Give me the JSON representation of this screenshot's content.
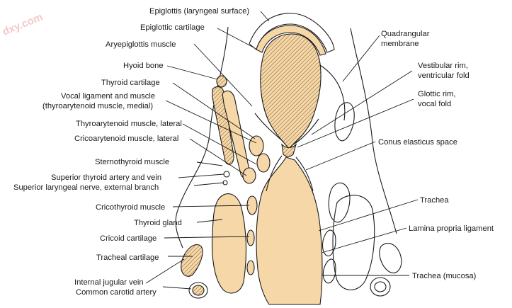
{
  "watermark": "dxy.com",
  "labels": {
    "epiglottis_laryngeal": "Epiglottis (laryngeal surface)",
    "epiglottic_cartilage": "Epiglottic cartilage",
    "aryepiglottis_muscle": "Aryepiglottis muscle",
    "hyoid_bone": "Hyoid bone",
    "thyroid_cartilage": "Thyroid cartilage",
    "vocal_ligament_1": "Vocal ligament and muscle",
    "vocal_ligament_2": "(thyroarytenoid muscle, medial)",
    "thyroarytenoid_lateral": "Thyroarytenoid muscle, lateral",
    "cricoarytenoid_lateral": "Cricoarytenoid muscle, lateral",
    "sternothyroid": "Sternothyroid muscle",
    "sup_thyroid_artery": "Superior thyroid artery and vein",
    "sup_laryngeal_nerve": "Superior laryngeal nerve, external branch",
    "cricothyroid": "Cricothyroid muscle",
    "thyroid_gland": "Thyroid gland",
    "cricoid_cartilage": "Cricoid cartilage",
    "tracheal_cartilage": "Tracheal cartilage",
    "internal_jugular": "Internal jugular vein",
    "common_carotid": "Common carotid artery",
    "quadrangular_1": "Quadrangular",
    "quadrangular_2": "membrane",
    "vestibular_1": "Vestibular rim,",
    "vestibular_2": "ventricular fold",
    "glottic_1": "Glottic rim,",
    "glottic_2": "vocal fold",
    "conus_elasticus": "Conus elasticus space",
    "trachea": "Trachea",
    "lamina_propria": "Lamina propria ligament",
    "trachea_mucosa": "Trachea (mucosa)"
  },
  "colors": {
    "fill_tan": "#f6d7a8",
    "line": "#1a1a1a",
    "watermark": "#f3c9c9"
  }
}
